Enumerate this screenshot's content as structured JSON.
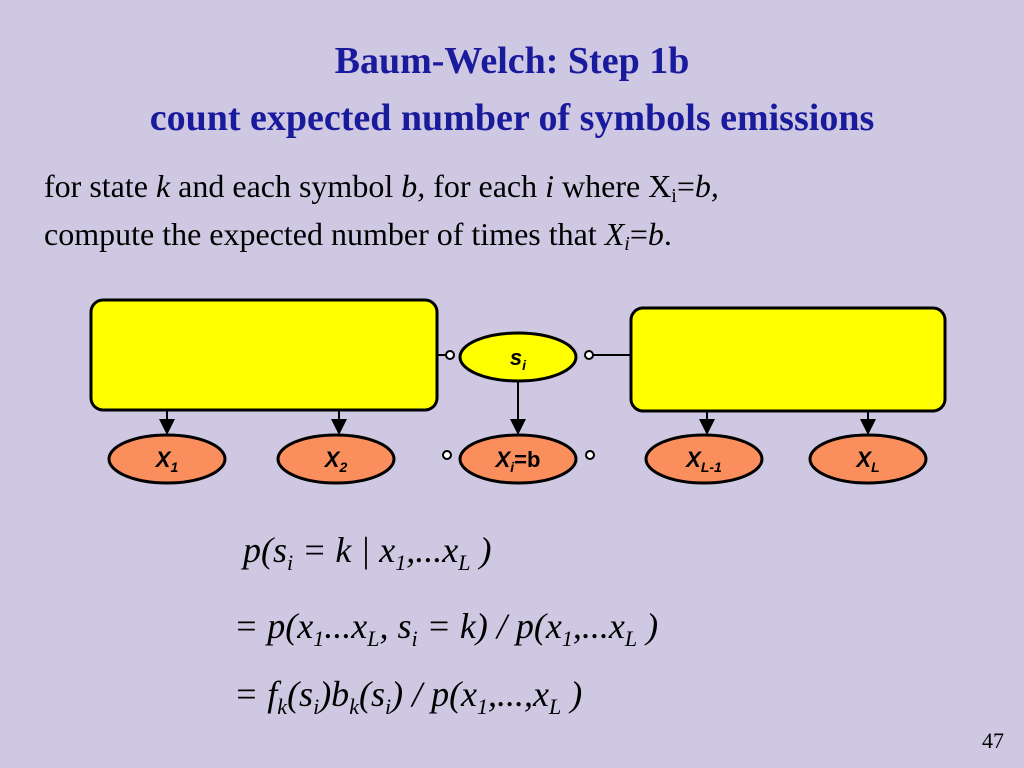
{
  "slide": {
    "title_line1": "Baum-Welch: Step 1b",
    "title_line2": "count expected number of symbols emissions",
    "body": {
      "l1_a": "for state ",
      "l1_k": "k",
      "l1_b": " and each symbol ",
      "l1_sym": "b,",
      "l1_c": " for each ",
      "l1_i": "i",
      "l1_d": " where X",
      "l1_sub": "i",
      "l1_e": "=",
      "l1_f": "b,",
      "l2_a": "compute the expected number of times that  ",
      "l2_x": "X",
      "l2_sub": "i",
      "l2_eq": "=",
      "l2_b": "b",
      "l2_end": "."
    },
    "diagram": {
      "state_node": {
        "main": "s",
        "sub": "i"
      },
      "obs_nodes": [
        {
          "main": "X",
          "sub": "1",
          "tail": ""
        },
        {
          "main": "X",
          "sub": "2",
          "tail": ""
        },
        {
          "main": "X",
          "sub": "i",
          "tail": "=b"
        },
        {
          "main": "X",
          "sub": "L-1",
          "tail": ""
        },
        {
          "main": "X",
          "sub": "L",
          "tail": ""
        }
      ],
      "colors": {
        "box_fill": "#ffff00",
        "obs_fill": "#fa8e5c",
        "background": "#cfc8e2",
        "title": "#1a1a9c"
      }
    },
    "equations": {
      "line1": [
        "p(s",
        "i",
        " = k | x",
        "1",
        ",...x",
        "L",
        " )"
      ],
      "line2": [
        "= p(x",
        "1",
        "...x",
        "L",
        ", s",
        "i",
        " = k) / p(x",
        "1",
        ",...x",
        "L",
        " )"
      ],
      "line3": [
        "= f",
        "k",
        "(s",
        "i",
        ")b",
        "k",
        "(s",
        "i",
        ") / p(x",
        "1",
        ",...,x",
        "L",
        " )"
      ]
    },
    "page_number": "47"
  }
}
